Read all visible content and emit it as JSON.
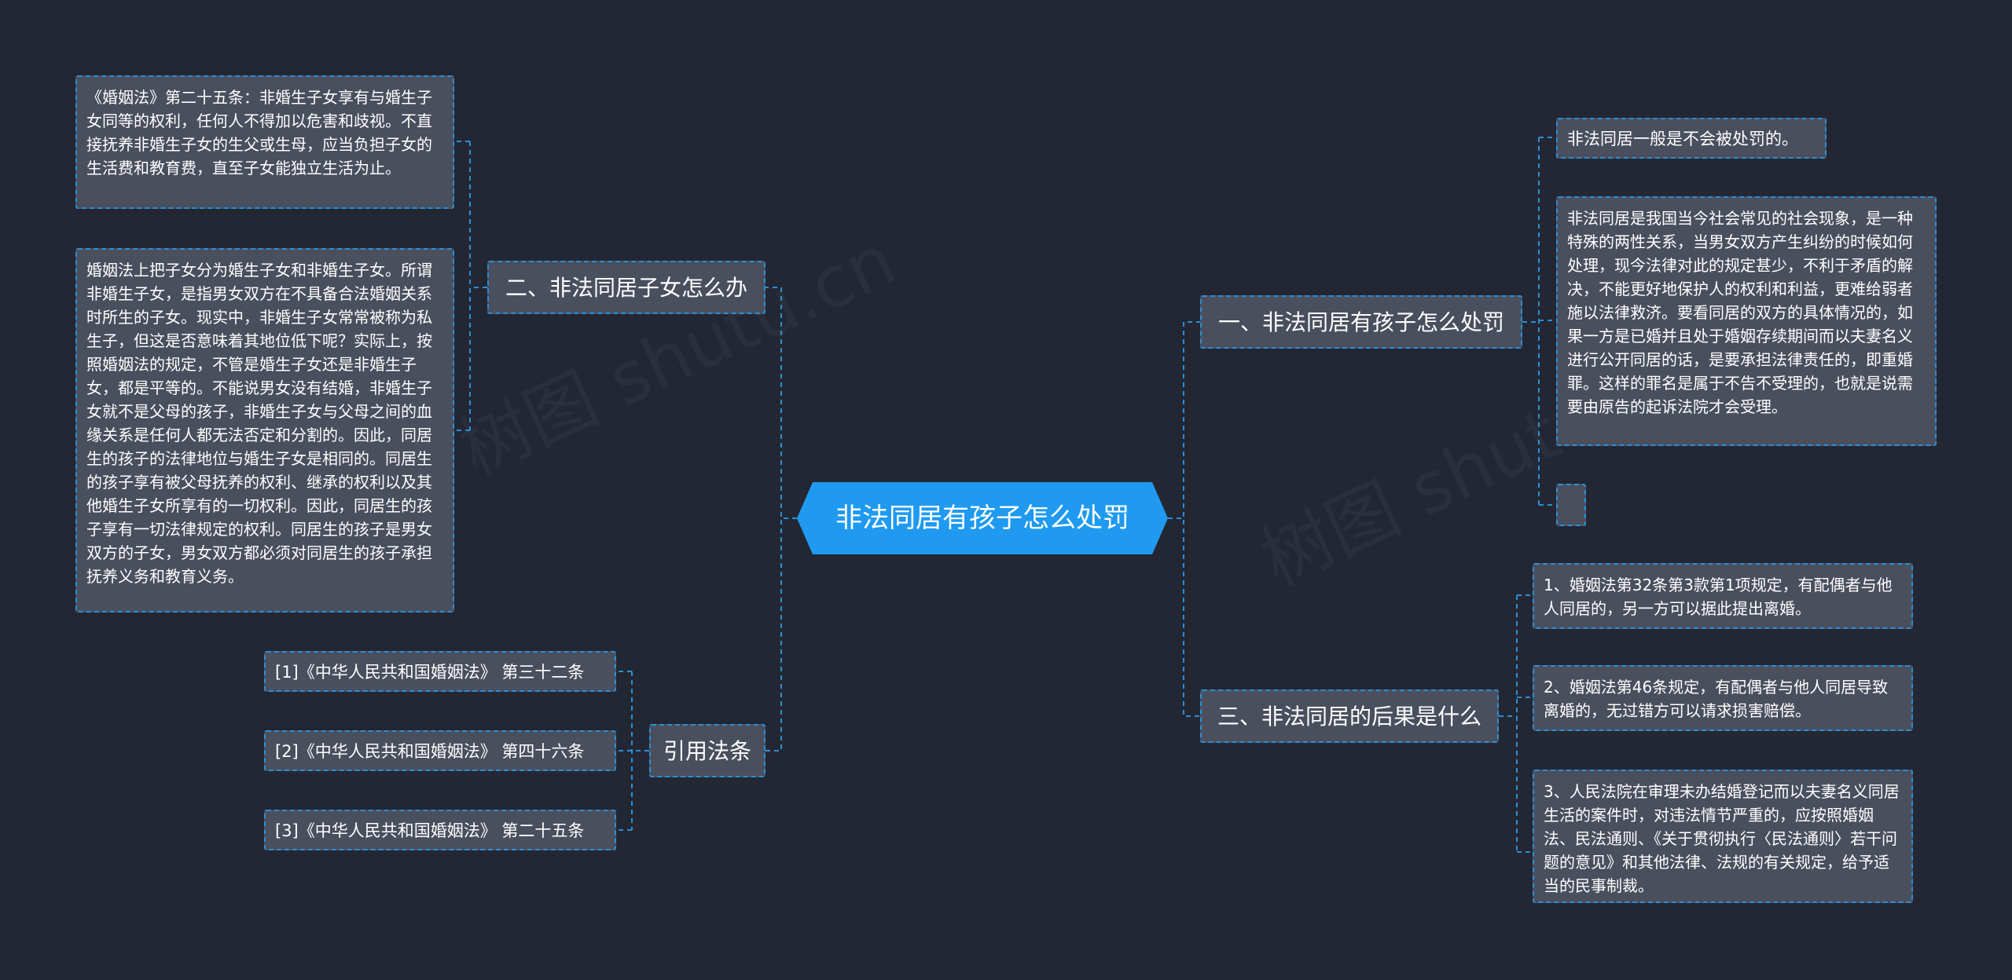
{
  "root": {
    "label": "非法同居有孩子怎么处罚"
  },
  "branches": {
    "b1": {
      "label": "一、非法同居有孩子怎么处罚"
    },
    "b2": {
      "label": "二、非法同居子女怎么办"
    },
    "b3": {
      "label": "三、非法同居的后果是什么"
    },
    "b4": {
      "label": "引用法条"
    }
  },
  "b1_items": [
    "非法同居一般是不会被处罚的。",
    "非法同居是我国当今社会常见的社会现象，是一种特殊的两性关系，当男女双方产生纠纷的时候如何处理，现今法律对此的规定甚少，不利于矛盾的解决，不能更好地保护人的权利和利益，更难给弱者施以法律救济。要看同居的双方的具体情况的，如果一方是已婚并且处于婚姻存续期间而以夫妻名义进行公开同居的话，是要承担法律责任的，即重婚罪。这样的罪名是属于不告不受理的，也就是说需要由原告的起诉法院才会受理。",
    ""
  ],
  "b2_items": [
    "《婚姻法》第二十五条：非婚生子女享有与婚生子女同等的权利，任何人不得加以危害和歧视。不直接抚养非婚生子女的生父或生母，应当负担子女的生活费和教育费，直至子女能独立生活为止。",
    "婚姻法上把子女分为婚生子女和非婚生子女。所谓非婚生子女，是指男女双方在不具备合法婚姻关系时所生的子女。现实中，非婚生子女常常被称为私生子，但这是否意味着其地位低下呢？实际上，按照婚姻法的规定，不管是婚生子女还是非婚生子女，都是平等的。不能说男女没有结婚，非婚生子女就不是父母的孩子，非婚生子女与父母之间的血缘关系是任何人都无法否定和分割的。因此，同居生的孩子的法律地位与婚生子女是相同的。同居生的孩子享有被父母抚养的权利、继承的权利以及其他婚生子女所享有的一切权利。因此，同居生的孩子享有一切法律规定的权利。同居生的孩子是男女双方的子女，男女双方都必须对同居生的孩子承担抚养义务和教育义务。"
  ],
  "b3_items": [
    "1、婚姻法第32条第3款第1项规定，有配偶者与他人同居的，另一方可以据此提出离婚。",
    "2、婚姻法第46条规定，有配偶者与他人同居导致离婚的，无过错方可以请求损害赔偿。",
    "3、人民法院在审理未办结婚登记而以夫妻名义同居生活的案件时，对违法情节严重的，应按照婚姻法、民法通则、《关于贯彻执行〈民法通则〉若干问题的意见》和其他法律、法规的有关规定，给予适当的民事制裁。"
  ],
  "b4_items": [
    "[1]《中华人民共和国婚姻法》 第三十二条",
    "[2]《中华人民共和国婚姻法》 第四十六条",
    "[3]《中华人民共和国婚姻法》 第二十五条"
  ],
  "colors": {
    "background": "#232733",
    "node_fill": "#4a4f5e",
    "connector": "#2b8fd6",
    "root_fill": "#1f9af0"
  }
}
